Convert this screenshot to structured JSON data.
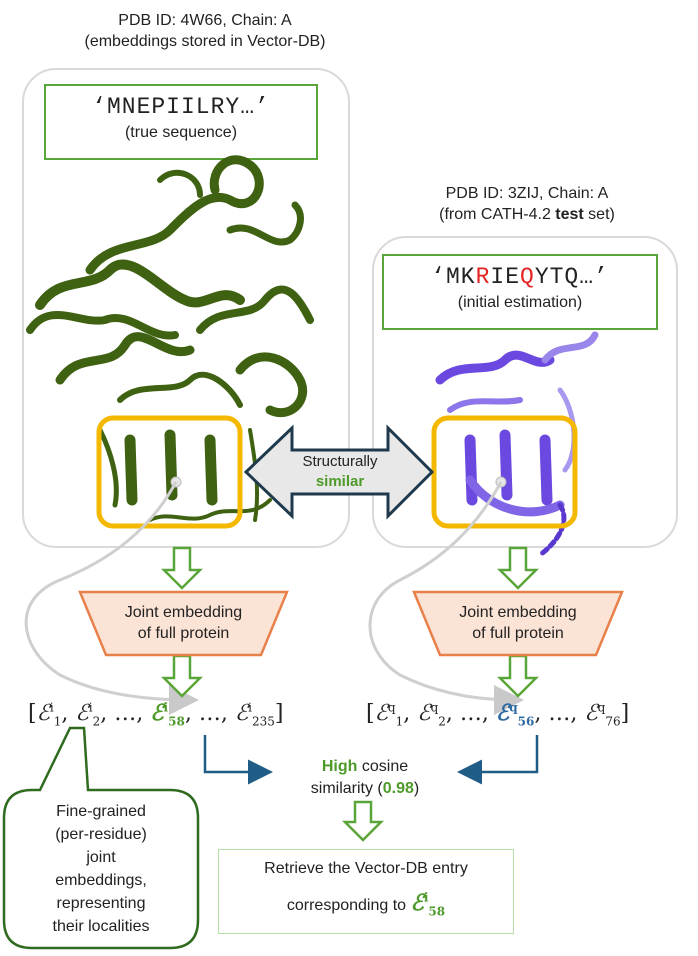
{
  "left": {
    "pdb_line": "PDB ID: 4W66, Chain: A",
    "sub_line": "(embeddings stored in Vector-DB)",
    "sequence": "‘MNEPIILRY…’",
    "sequence_caption": "(true sequence)",
    "embed_line1": "Joint embedding",
    "embed_line2": "of full protein"
  },
  "right": {
    "pdb_line": "PDB ID: 3ZIJ, Chain: A",
    "sub_line_pre": "(from CATH-4.2 ",
    "sub_line_bold": "test",
    "sub_line_post": " set)",
    "seq_open": "‘MK",
    "seq_r": "R",
    "seq_mid": "IE",
    "seq_q": "Q",
    "seq_close": "YTQ…’",
    "sequence_caption": "(initial estimation)",
    "embed_line1": "Joint embedding",
    "embed_line2": "of full protein"
  },
  "arrow": {
    "line1": "Structurally",
    "line2": "similar"
  },
  "vectors": {
    "left_sup": "i",
    "left_subs": [
      "1",
      "2",
      "58",
      "235"
    ],
    "right_sup": "q",
    "right_subs": [
      "1",
      "2",
      "56",
      "76"
    ],
    "ellipsis": "…",
    "symbol": "ℰ"
  },
  "similarity": {
    "high": "High",
    "rest1": " cosine",
    "line2_pre": "similarity (",
    "value": "0.98",
    "line2_post": ")"
  },
  "callout": {
    "lines": [
      "Fine-grained",
      "(per-residue)",
      "joint",
      "embeddings,",
      "representing",
      "their localities"
    ]
  },
  "retrieve": {
    "line1": "Retrieve the Vector-DB entry",
    "line2": "corresponding to"
  },
  "colors": {
    "green_accent": "#5aa53a",
    "orange_fill": "#fbe3d6",
    "orange_stroke": "#e8804a",
    "blue_text": "#2f6aa3",
    "dark_green_protein": "#3f6212",
    "purple_protein": "#6b48e0",
    "highlight_yellow": "#f5b800"
  },
  "icons": [
    "double-headed-arrow",
    "down-arrow",
    "trapezoid",
    "speech-callout"
  ]
}
